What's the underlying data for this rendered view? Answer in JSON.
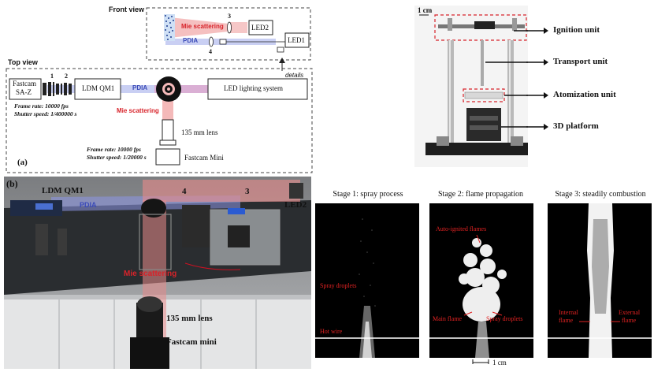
{
  "schematic": {
    "front_view_title": "Front view",
    "top_view_title": "Top view",
    "details_label": "details",
    "panel_label": "(a)",
    "front": {
      "mie_scattering": "Mie scattering",
      "pdia": "PDIA",
      "num_3": "3",
      "num_4": "4",
      "led2": "LED2",
      "led1": "LED1"
    },
    "top": {
      "camera_left_line1": "Fastcam",
      "camera_left_line2": "SA-Z",
      "num_1": "1",
      "num_2": "2",
      "ldm": "LDM QM1",
      "pdia": "PDIA",
      "led_system": "LED lighting system",
      "mie_scattering": "Mie scattering",
      "lens": "135 mm lens",
      "camera_bottom": "Fastcam Mini",
      "left_frame_rate": "Frame rate: 10000 fps",
      "left_shutter": "Shutter speed: 1/400000 s",
      "bottom_frame_rate": "Frame rate: 10000 fps",
      "bottom_shutter": "Shutter speed: 1/20000 s"
    }
  },
  "apparatus": {
    "scale": "1 cm",
    "labels": [
      "Ignition unit",
      "Transport unit",
      "Atomization unit",
      "3D platform"
    ]
  },
  "photo": {
    "panel_label": "(b)",
    "ldm": "LDM QM1",
    "pdia": "PDIA",
    "num_4": "4",
    "num_3": "3",
    "led2": "LED2",
    "mie_scattering": "Mie scattering",
    "lens": "135 mm  lens",
    "camera": "Fastcam mini"
  },
  "stages": {
    "titles": [
      "Stage 1: spray process",
      "Stage 2: flame propagation",
      "Stage 3: steadily combustion"
    ],
    "stage1": {
      "spray": "Spray droplets",
      "hotwire": "Hot wire"
    },
    "stage2": {
      "auto": "Auto-ignited flames",
      "main": "Main flame",
      "spray": "Spray droplets"
    },
    "stage3": {
      "internal_1": "Internal",
      "internal_2": "flame",
      "external_1": "External",
      "external_2": "flame"
    },
    "scale": "1 cm"
  }
}
